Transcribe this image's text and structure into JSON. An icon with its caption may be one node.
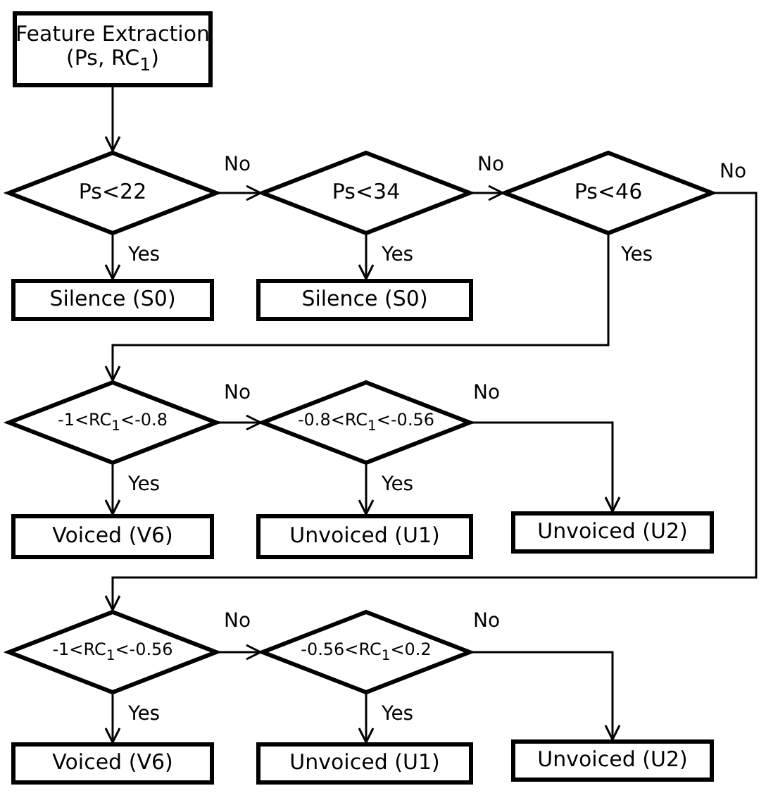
{
  "diagram": {
    "nodes": [
      {
        "text": [
          "Feature Extraction",
          "(Ps, RC$_{1}$)"
        ]
      },
      {
        "text": [
          "Ps<22"
        ]
      },
      {
        "text": [
          "Ps<34"
        ]
      },
      {
        "text": [
          "Ps<46"
        ]
      },
      {
        "text": [
          "Silence (S0)"
        ]
      },
      {
        "text": [
          "Silence (S0)"
        ]
      },
      {
        "text": [
          "-1<RC$_{1}$<-0.8"
        ]
      },
      {
        "text": [
          "-0.8<RC$_{1}$<-0.56"
        ]
      },
      {
        "text": [
          "Voiced (V6)"
        ]
      },
      {
        "text": [
          "Unvoiced (U1)"
        ]
      },
      {
        "text": [
          "Unvoiced (U2)"
        ]
      },
      {
        "text": [
          "-1<RC$_{1}$<-0.56"
        ]
      },
      {
        "text": [
          "-0.56<RC$_{1}$<0.2"
        ]
      },
      {
        "text": [
          "Voiced (V6)"
        ]
      },
      {
        "text": [
          "Unvoiced (U1)"
        ]
      },
      {
        "text": [
          "Unvoiced (U2)"
        ]
      }
    ],
    "edges": [
      {
        "from": 0,
        "to": 1,
        "arrow": "to"
      },
      {
        "from": 1,
        "to": 2,
        "arrow": "to",
        "label": "No"
      },
      {
        "from": 2,
        "to": 3,
        "arrow": "to",
        "label": "No"
      },
      {
        "from": 1,
        "to": 4,
        "arrow": "to",
        "label": "Yes"
      },
      {
        "from": 2,
        "to": 5,
        "arrow": "to",
        "label": "Yes"
      },
      {
        "from": 3,
        "to": 6,
        "arrow": "to",
        "label": "Yes"
      },
      {
        "from": 3,
        "to": 11,
        "arrow": "to",
        "label": "No"
      },
      {
        "from": 6,
        "to": 7,
        "arrow": "to",
        "label": "No"
      },
      {
        "from": 6,
        "to": 8,
        "arrow": "to",
        "label": "Yes"
      },
      {
        "from": 7,
        "to": 9,
        "arrow": "to",
        "label": "Yes"
      },
      {
        "from": 7,
        "to": 10,
        "arrow": "to",
        "label": "No"
      },
      {
        "from": 11,
        "to": 12,
        "arrow": "to",
        "label": "No"
      },
      {
        "from": 11,
        "to": 13,
        "arrow": "to",
        "label": "Yes"
      },
      {
        "from": 12,
        "to": 14,
        "arrow": "to",
        "label": "Yes"
      },
      {
        "from": 12,
        "to": 15,
        "arrow": "to",
        "label": "No"
      }
    ]
  }
}
